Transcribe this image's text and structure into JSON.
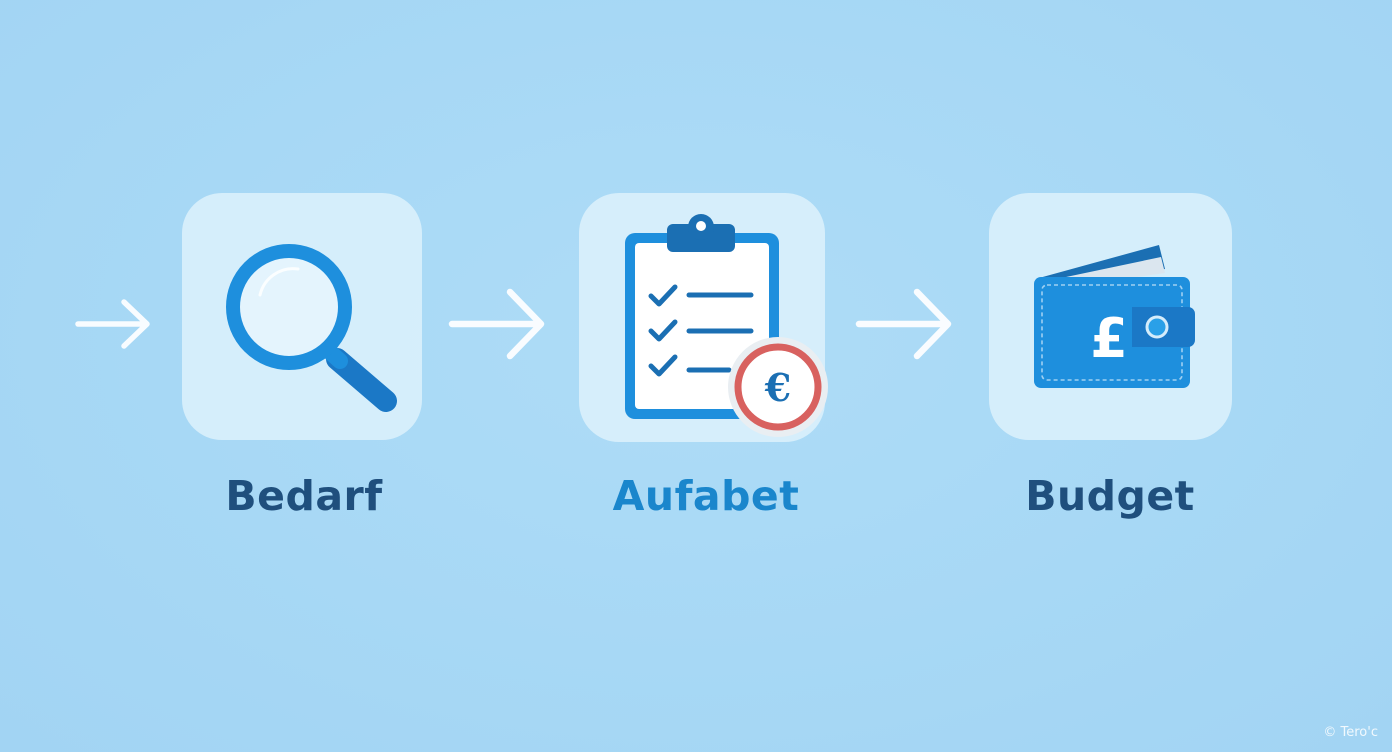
{
  "diagram": {
    "steps": [
      {
        "label": "Bedarf",
        "icon": "magnifying-glass-icon",
        "label_color": "#1f4f7d"
      },
      {
        "label": "Aufabet",
        "icon": "clipboard-checklist-icon",
        "badge_symbol": "€",
        "label_color": "#1a86cc"
      },
      {
        "label": "Budget",
        "icon": "wallet-icon",
        "wallet_symbol": "£",
        "label_color": "#1f4f7d"
      }
    ],
    "arrows": [
      "arrow-right-icon",
      "arrow-right-icon",
      "arrow-right-icon"
    ]
  },
  "watermark": "© Tero'c",
  "colors": {
    "background": "#a7d8f5",
    "icon_blue": "#1e8fdd",
    "icon_dark_blue": "#1b6fb3",
    "badge_red": "#d8615f",
    "arrow": "#ffffff"
  }
}
